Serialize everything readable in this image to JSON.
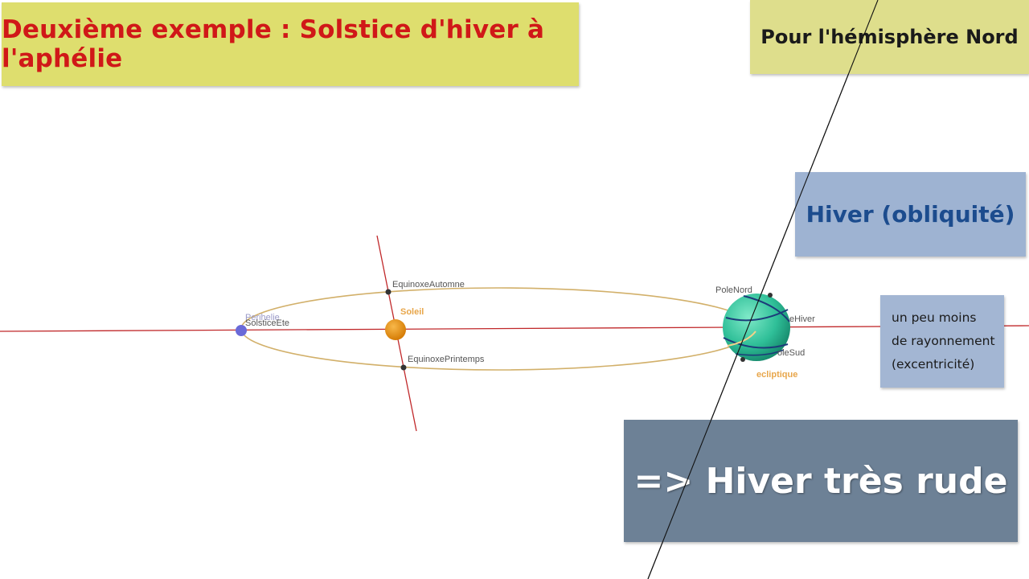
{
  "title": "Deuxième exemple : Solstice d'hiver à l'aphélie",
  "hemisphere_label": "Pour l'hémisphère Nord",
  "obliquity_label": "Hiver (obliquité)",
  "eccentricity_lines": [
    "un peu moins",
    "de rayonnement",
    "(excentricité)"
  ],
  "conclusion": "=> Hiver très rude",
  "diagram": {
    "labels": {
      "equinoxe_automne": "EquinoxeAutomne",
      "equinoxe_printemps": "EquinoxePrintemps",
      "soleil": "Soleil",
      "perihelie": "Perihelie",
      "solstice_ete": "SolsticeEte",
      "pole_nord": "PoleNord",
      "solstice_hiver": "eHiver",
      "pole_sud": "oleSud",
      "ecliptique": "ecliptique"
    }
  },
  "colors": {
    "title": "#d01818",
    "title_bg": "#dede6e",
    "obliquity_text": "#1c4c8e",
    "obliquity_bg": "#9eb3d2",
    "conclusion_bg": "#6d8196",
    "orbit": "#d2b06a",
    "axis": "#c0282a",
    "sun": "#e8890f",
    "earth": "#3ec9a2",
    "perihelion_point": "#6a6ad8"
  }
}
